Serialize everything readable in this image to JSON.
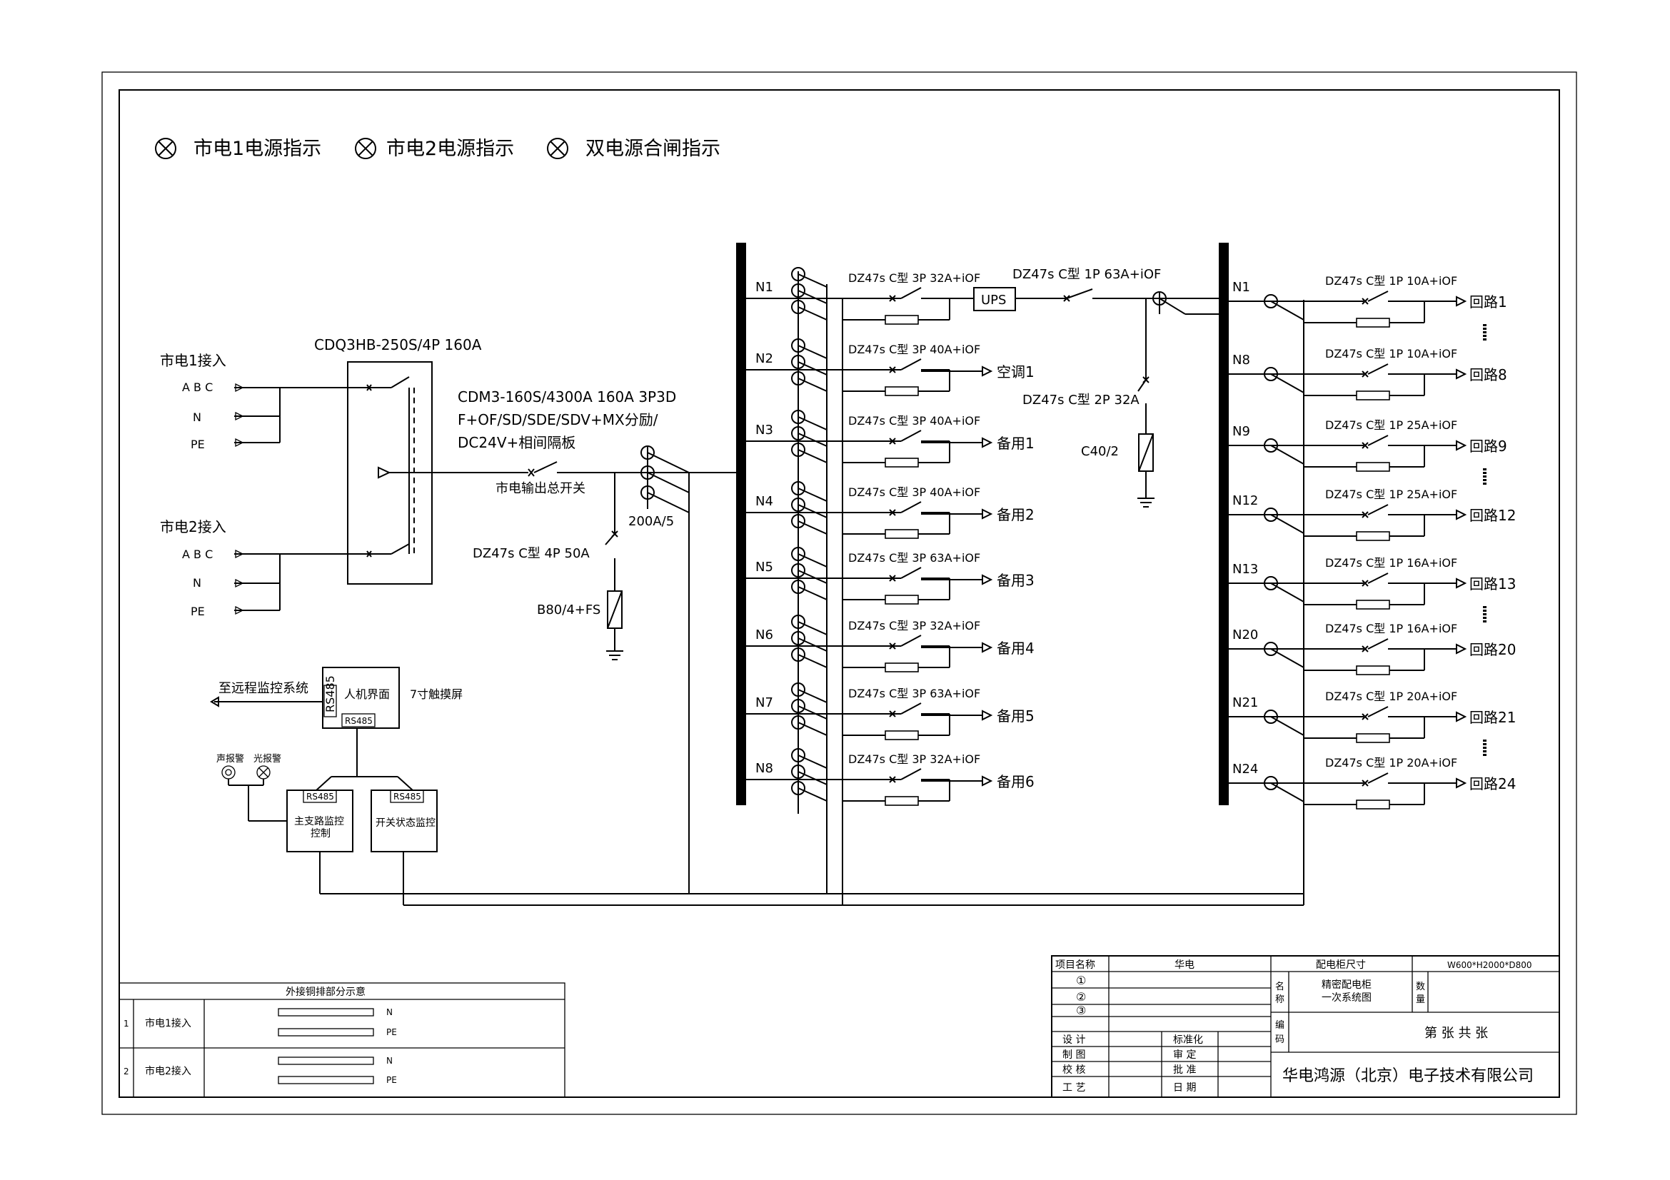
{
  "legend": [
    "市电1电源指示",
    "市电2电源指示",
    "双电源合闸指示"
  ],
  "inputs": {
    "source1": {
      "label": "市电1接入",
      "terminals": [
        "A B C",
        "N",
        "PE"
      ]
    },
    "source2": {
      "label": "市电2接入",
      "terminals": [
        "A B C",
        "N",
        "PE"
      ]
    }
  },
  "ats_label": "CDQ3HB-250S/4P 160A",
  "main_breaker": {
    "spec": [
      "CDM3-160S/4300A 160A 3P3D",
      "F+OF/SD/SDE/SDV+MX分励/",
      "DC24V+相间隔板"
    ],
    "name": "市电输出总开关"
  },
  "ct_label": "200A/5",
  "spd_breaker_label": "DZ47s C型 4P 50A",
  "spd_label": "B80/4+FS",
  "ups_breaker_label": "DZ47s C型 1P 63A+iOF",
  "ups_label": "UPS",
  "spd2_breaker_label": "DZ47s C型 2P 32A",
  "spd2_label": "C40/2",
  "left_branches": [
    {
      "bus": "N1",
      "breaker": "DZ47s C型 3P 32A+iOF",
      "output": ""
    },
    {
      "bus": "N2",
      "breaker": "DZ47s C型 3P 40A+iOF",
      "output": "空调1"
    },
    {
      "bus": "N3",
      "breaker": "DZ47s C型 3P 40A+iOF",
      "output": "备用1"
    },
    {
      "bus": "N4",
      "breaker": "DZ47s C型 3P 40A+iOF",
      "output": "备用2"
    },
    {
      "bus": "N5",
      "breaker": "DZ47s C型 3P 63A+iOF",
      "output": "备用3"
    },
    {
      "bus": "N6",
      "breaker": "DZ47s C型 3P 32A+iOF",
      "output": "备用4"
    },
    {
      "bus": "N7",
      "breaker": "DZ47s C型 3P 63A+iOF",
      "output": "备用5"
    },
    {
      "bus": "N8",
      "breaker": "DZ47s C型 3P 32A+iOF",
      "output": "备用6"
    }
  ],
  "right_branches": [
    {
      "bus": "N1",
      "breaker": "DZ47s C型 1P 10A+iOF",
      "output": "回路1",
      "dots_after": true
    },
    {
      "bus": "N8",
      "breaker": "DZ47s C型 1P 10A+iOF",
      "output": "回路8",
      "dots_after": false
    },
    {
      "bus": "N9",
      "breaker": "DZ47s C型 1P 25A+iOF",
      "output": "回路9",
      "dots_after": true
    },
    {
      "bus": "N12",
      "breaker": "DZ47s C型 1P 25A+iOF",
      "output": "回路12",
      "dots_after": false
    },
    {
      "bus": "N13",
      "breaker": "DZ47s C型 1P 16A+iOF",
      "output": "回路13",
      "dots_after": true
    },
    {
      "bus": "N20",
      "breaker": "DZ47s C型 1P 16A+iOF",
      "output": "回路20",
      "dots_after": false
    },
    {
      "bus": "N21",
      "breaker": "DZ47s C型 1P 20A+iOF",
      "output": "回路21",
      "dots_after": true
    },
    {
      "bus": "N24",
      "breaker": "DZ47s C型 1P 20A+iOF",
      "output": "回路24",
      "dots_after": false
    }
  ],
  "monitor": {
    "remote_label": "至远程监控系统",
    "hmi_label": "人机界面",
    "screen_label": "7寸触摸屏",
    "rs485": "RS485",
    "sound_alarm": "声报警",
    "light_alarm": "光报警",
    "main_ctrl": [
      "主支路监控",
      "控制"
    ],
    "switch_ctrl": "开关状态监控"
  },
  "copper_table": {
    "title": "外接铜排部分示意",
    "rows": [
      {
        "idx": "1",
        "name": "市电1接入",
        "bars": [
          "N",
          "PE"
        ]
      },
      {
        "idx": "2",
        "name": "市电2接入",
        "bars": [
          "N",
          "PE"
        ]
      }
    ]
  },
  "title_block": {
    "project_name_label": "项目名称",
    "project_name": "华电",
    "size_label": "配电柜尺寸",
    "size_value": "W600*H2000*D800",
    "circled": [
      "①",
      "②",
      "③"
    ],
    "name_label": [
      "名",
      "称"
    ],
    "name_value": [
      "精密配电柜",
      "一次系统图"
    ],
    "qty_label": [
      "数",
      "量"
    ],
    "code_label": [
      "编",
      "码"
    ],
    "sheet": "第    张  共    张",
    "roles_left": [
      "设    计",
      "制    图",
      "校    核",
      "工    艺"
    ],
    "roles_right": [
      "标准化",
      "审    定",
      "批    准",
      "日    期"
    ],
    "company": "华电鸿源（北京）电子技术有限公司"
  }
}
